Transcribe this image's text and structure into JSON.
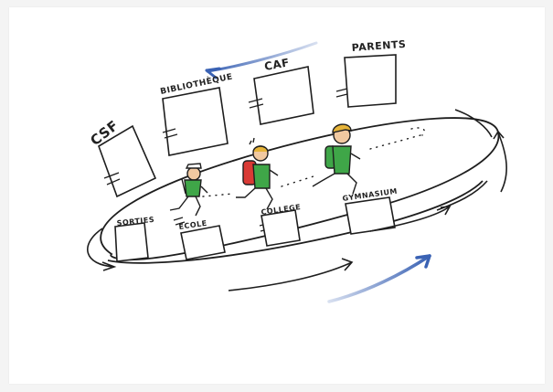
{
  "labels": {
    "csf": "CSF",
    "bibliotheque": "BIBLIOTHÈQUE",
    "caf": "CAF",
    "parents": "PARENTS",
    "sorties": "SORTIES",
    "ecole": "ECOLE",
    "college": "COLLEGE",
    "gymnasium": "GYMNASIUM"
  },
  "colors": {
    "ink": "#1e1e1e",
    "blue_arrow": "#3a62b4",
    "shirt_green": "#3fa648",
    "backpack_red": "#d93a35",
    "hair_yellow": "#e6b43a",
    "skin": "#f1c9a1"
  }
}
